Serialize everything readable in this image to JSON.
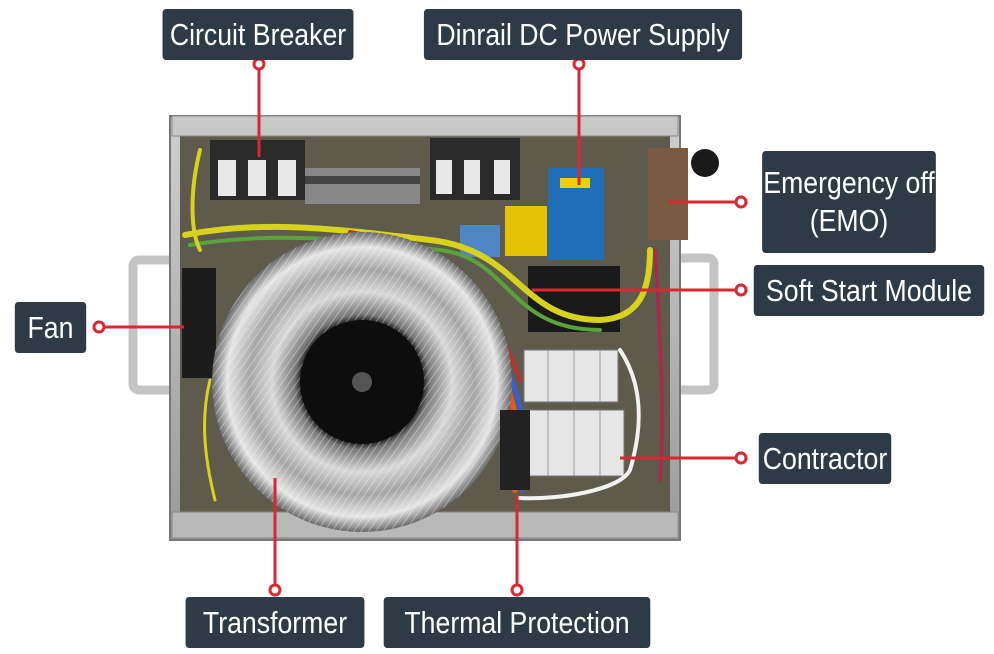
{
  "labels": {
    "circuit_breaker": "Circuit Breaker",
    "dc_power_supply": "Dinrail DC Power Supply",
    "emergency_off_line1": "Emergency off",
    "emergency_off_line2": "(EMO)",
    "fan": "Fan",
    "soft_start_module": "Soft Start Module",
    "contractor": "Contractor",
    "transformer": "Transformer",
    "thermal_protection": "Thermal Protection"
  },
  "colors": {
    "label_background": "#2e3a46",
    "label_text": "#ffffff",
    "leader_line": "#d9282f",
    "chassis": "#8e8e8e"
  }
}
